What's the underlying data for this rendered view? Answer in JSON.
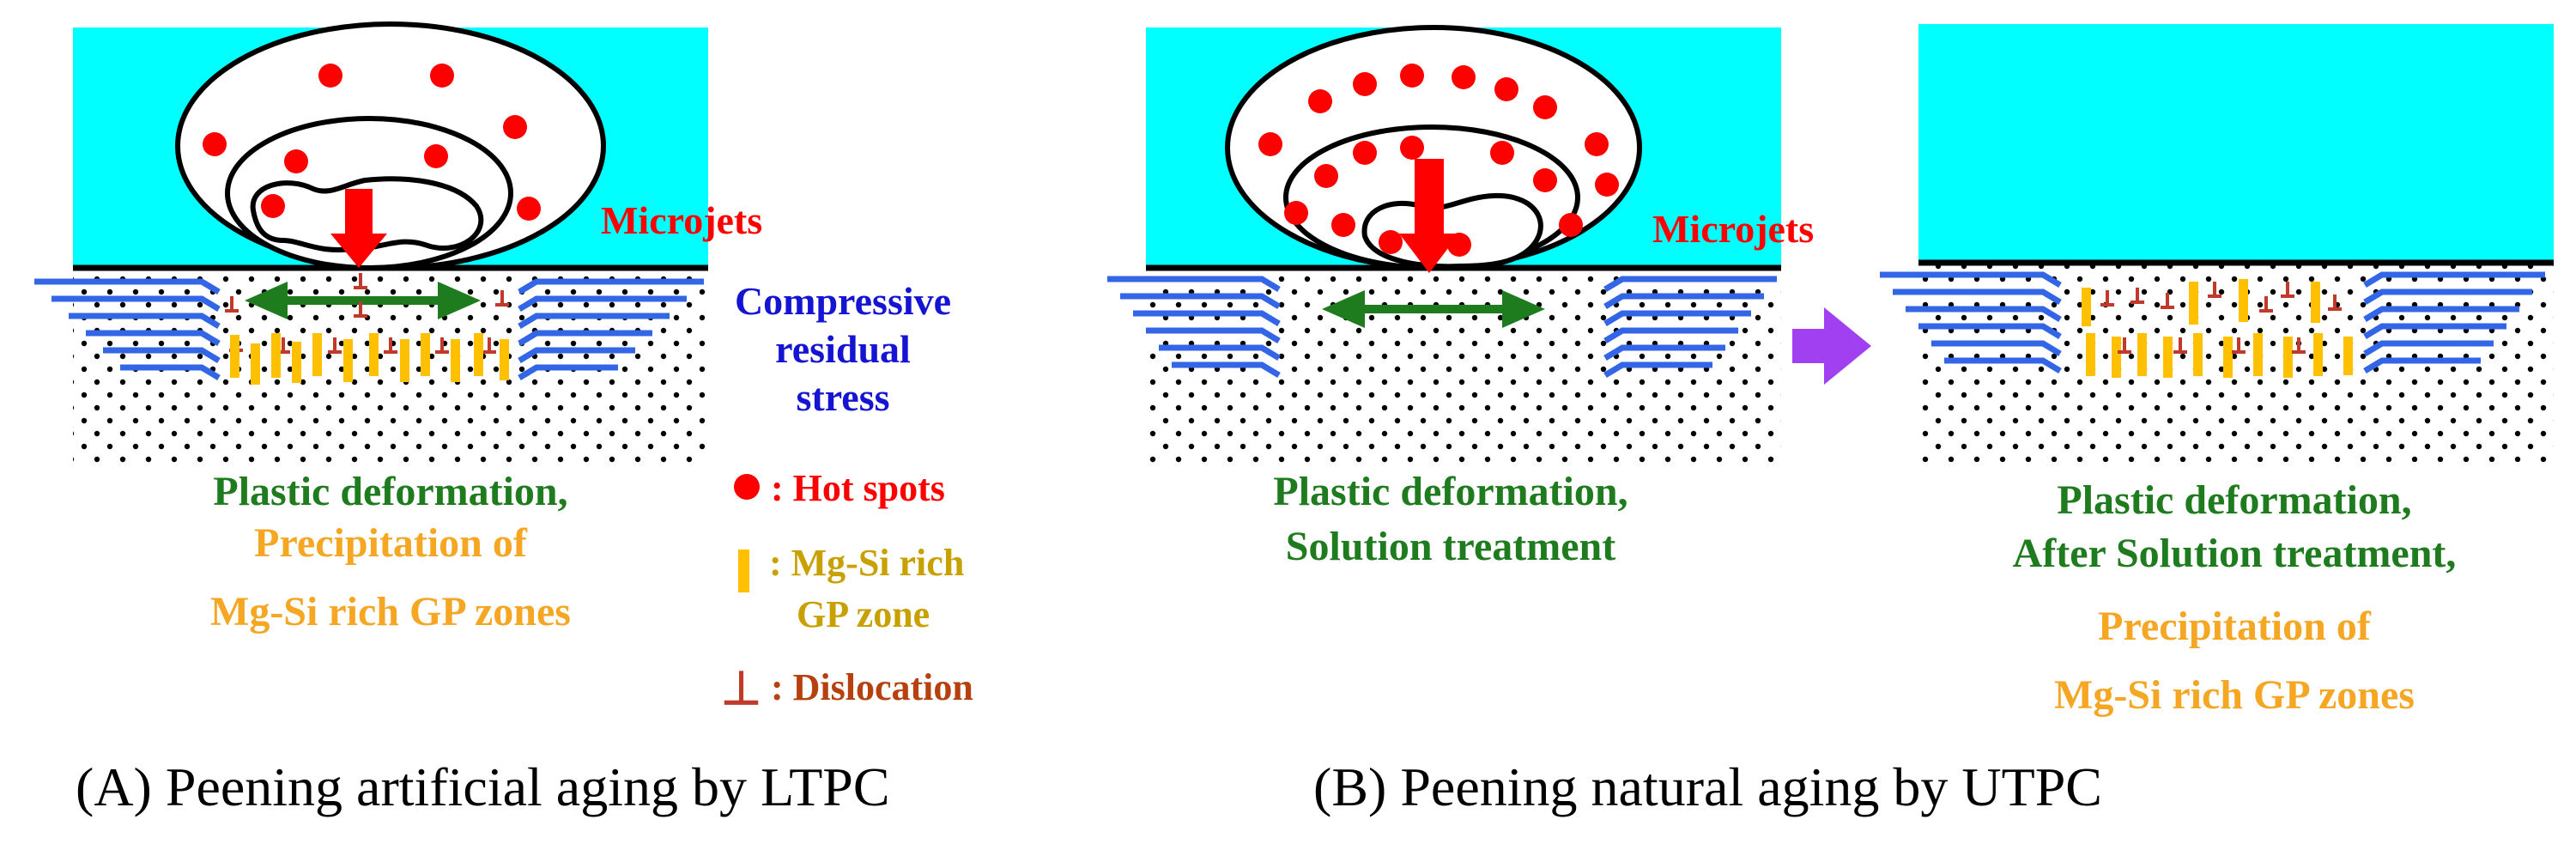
{
  "colors": {
    "water": "#00FFFF",
    "hot_spot": "#FF0000",
    "gp_zone": "#FFC000",
    "dislocation": "#C0392B",
    "green": "#1E7B1E",
    "blue_text": "#1414D2",
    "stress_arrow": "#3366E6",
    "orange_text": "#F5A623",
    "gp_text": "#C8A000",
    "dislocation_text": "#B7410E",
    "process_arrow": "#A040F0"
  },
  "icons": {
    "hot_spot": "filled-red-circle-icon",
    "gp_zone": "yellow-bar-icon",
    "dislocation": "perpendicular-symbol-icon",
    "process": "purple-right-arrow-icon"
  },
  "panel_a": {
    "microjets": "Microjets",
    "stress_lines": [
      "Compressive",
      "residual",
      "stress"
    ],
    "result_line1": "Plastic deformation,",
    "result_line2": "Precipitation of",
    "result_line3": "Mg-Si rich GP zones",
    "caption": "(A) Peening artificial aging by LTPC"
  },
  "legend": {
    "hot_spots": ": Hot spots",
    "gp_zone_line1": ": Mg-Si rich",
    "gp_zone_line2": "GP zone",
    "dislocation_symbol": "⊥",
    "dislocation": ": Dislocation"
  },
  "panel_b": {
    "microjets": "Microjets",
    "result_line1": "Plastic deformation,",
    "result_line2": "Solution treatment",
    "caption": "(B) Peening natural aging by UTPC"
  },
  "panel_c": {
    "result_line1": "Plastic deformation,",
    "result_line2": "After Solution treatment,",
    "result_line3": "Precipitation of",
    "result_line4": "Mg-Si rich GP zones"
  }
}
